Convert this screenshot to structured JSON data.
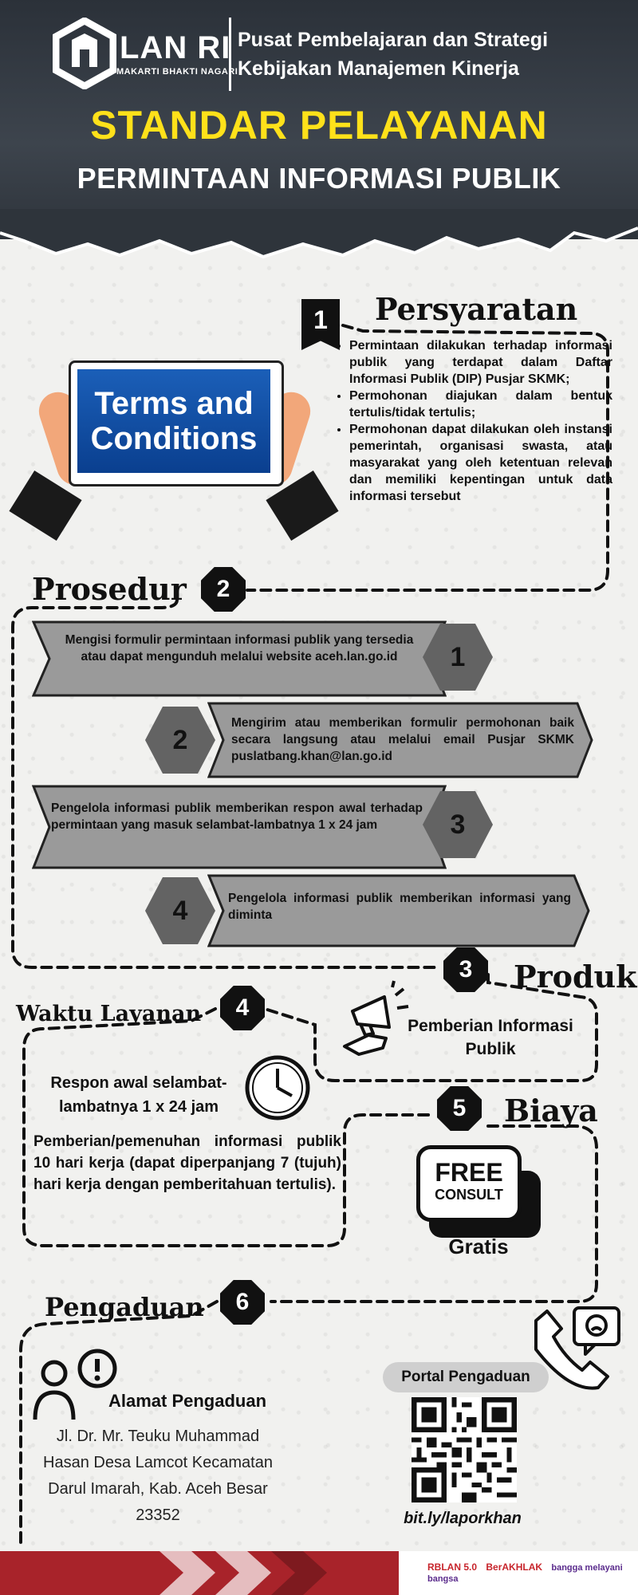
{
  "header": {
    "brand": "LAN RI",
    "brand_tagline": "MAKARTI BHAKTI NAGARI",
    "org_line1": "Pusat Pembelajaran dan Strategi",
    "org_line2": "Kebijakan Manajemen Kinerja",
    "title": "STANDAR PELAYANAN",
    "subtitle": "PERMINTAAN INFORMASI PUBLIK"
  },
  "persyaratan": {
    "number": "1",
    "title": "Persyaratan",
    "tablet_text": "Terms and Conditions",
    "items": [
      "Permintaan dilakukan terhadap informasi publik yang terdapat dalam Daftar Informasi Publik (DIP) Pusjar SKMK;",
      "Permohonan diajukan dalam bentuk tertulis/tidak tertulis;",
      "Permohonan dapat dilakukan oleh instansi pemerintah, organisasi swasta, atau masyarakat yang oleh ketentuan relevan dan memiliki kepentingan untuk data informasi tersebut"
    ]
  },
  "prosedur": {
    "number": "2",
    "title": "Prosedur",
    "steps": [
      {
        "num": "1",
        "text": "Mengisi formulir permintaan informasi publik yang tersedia atau dapat mengunduh melalui website aceh.lan.go.id"
      },
      {
        "num": "2",
        "text": "Mengirim atau memberikan formulir permohonan baik secara langsung atau melalui email Pusjar SKMK puslatbang.khan@lan.go.id"
      },
      {
        "num": "3",
        "text": "Pengelola informasi publik memberikan respon awal terhadap permintaan yang masuk selambat-lambatnya 1 x 24 jam"
      },
      {
        "num": "4",
        "text": "Pengelola informasi publik memberikan informasi yang diminta"
      }
    ]
  },
  "produk": {
    "number": "3",
    "title": "Produk",
    "text": "Pemberian Informasi Publik"
  },
  "waktu": {
    "number": "4",
    "title": "Waktu Layanan",
    "respon": "Respon awal selambat-lambatnya 1 x 24 jam",
    "pemenuhan": "Pemberian/pemenuhan informasi publik 10 hari kerja (dapat diperpanjang 7 (tujuh) hari kerja dengan pemberitahuan tertulis)."
  },
  "biaya": {
    "number": "5",
    "title": "Biaya",
    "badge_line1": "FREE",
    "badge_line2": "CONSULT",
    "text": "Gratis"
  },
  "pengaduan": {
    "number": "6",
    "title": "Pengaduan",
    "alamat_title": "Alamat Pengaduan",
    "alamat": "Jl. Dr. Mr. Teuku Muhammad Hasan Desa Lamcot Kecamatan Darul Imarah, Kab. Aceh Besar 23352",
    "portal_label": "Portal Pengaduan",
    "link": "bit.ly/laporkhan"
  },
  "footer": {
    "logo1": "RBLAN 5.0",
    "logo2": "BerAKHLAK",
    "logo3": "bangga melayani bangsa"
  }
}
